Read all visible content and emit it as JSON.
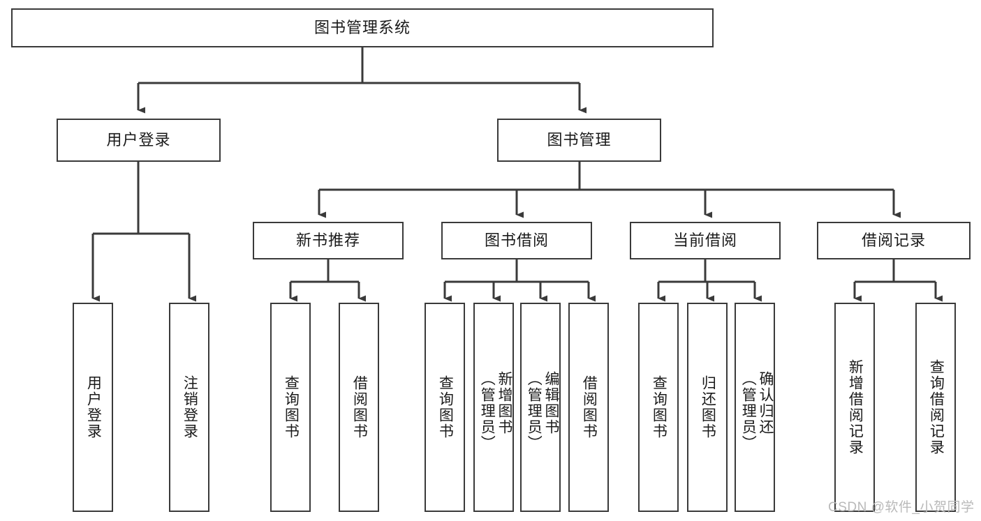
{
  "diagram": {
    "type": "tree-hierarchy",
    "title": "图书管理系统",
    "watermark": "CSDN @软件_小贺同学",
    "colors": {
      "box_border": "#3a3a3a",
      "box_fill": "#ffffff",
      "connector": "#3a3a3a",
      "text": "#1a1a1a",
      "watermark": "#b9b9b9"
    },
    "root": {
      "label": "图书管理系统"
    },
    "level2": [
      {
        "label": "用户登录"
      },
      {
        "label": "图书管理"
      }
    ],
    "level3": [
      {
        "label": "新书推荐"
      },
      {
        "label": "图书借阅"
      },
      {
        "label": "当前借阅"
      },
      {
        "label": "借阅记录"
      }
    ],
    "leaves": {
      "user_login": [
        {
          "label": "用户登录"
        },
        {
          "label": "注销登录"
        }
      ],
      "new_book_recommend": [
        {
          "label": "查询图书"
        },
        {
          "label": "借阅图书"
        }
      ],
      "book_borrow": [
        {
          "label": "查询图书"
        },
        {
          "label": "新增图书\n（管理员）"
        },
        {
          "label": "编辑图书\n（管理员）"
        },
        {
          "label": "借阅图书"
        }
      ],
      "current_borrow": [
        {
          "label": "查询图书"
        },
        {
          "label": "归还图书"
        },
        {
          "label": "确认归还\n（管理员）"
        }
      ],
      "borrow_record": [
        {
          "label": "新增借阅记录"
        },
        {
          "label": "查询借阅记录"
        }
      ]
    }
  }
}
